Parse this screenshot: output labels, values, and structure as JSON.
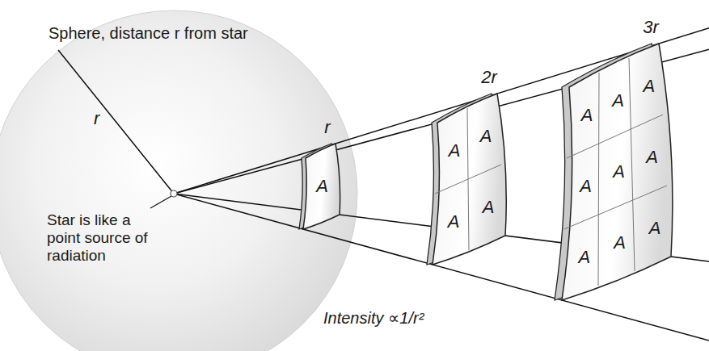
{
  "diagram": {
    "nodes": [
      {
        "text": [
          "Sphere, distance r from star",
          "r",
          "Star is like a point source of radiation"
        ]
      },
      {
        "text": [
          "r",
          "A"
        ]
      },
      {
        "text": [
          "2r",
          "A",
          "A",
          "A",
          "A"
        ]
      },
      {
        "text": [
          "3r",
          "A",
          "A",
          "A",
          "A",
          "A",
          "A",
          "A",
          "A",
          "A"
        ]
      }
    ],
    "labels": [
      "Intensity ∝1/r²"
    ]
  }
}
